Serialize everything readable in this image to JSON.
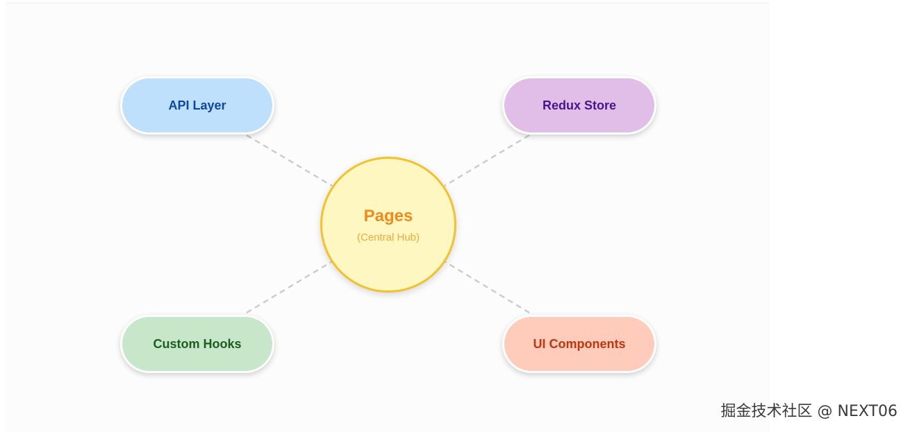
{
  "hub": {
    "title": "Pages",
    "subtitle": "(Central Hub)",
    "fill": "#fff7c2",
    "border": "#f3c02e",
    "title_color": "#f08a1c"
  },
  "nodes": {
    "api_layer": {
      "label": "API Layer",
      "fill": "#bee0fc",
      "text_color": "#0e47a1"
    },
    "redux_store": {
      "label": "Redux Store",
      "fill": "#e1bee7",
      "text_color": "#4a148c"
    },
    "custom_hooks": {
      "label": "Custom Hooks",
      "fill": "#c8e6ca",
      "text_color": "#1b5e20"
    },
    "ui_components": {
      "label": "UI Components",
      "fill": "#ffccbc",
      "text_color": "#bf360c"
    }
  },
  "connector_style": "dashed",
  "connector_color": "#cccccc",
  "watermark": "掘金技术社区 @ NEXT06"
}
